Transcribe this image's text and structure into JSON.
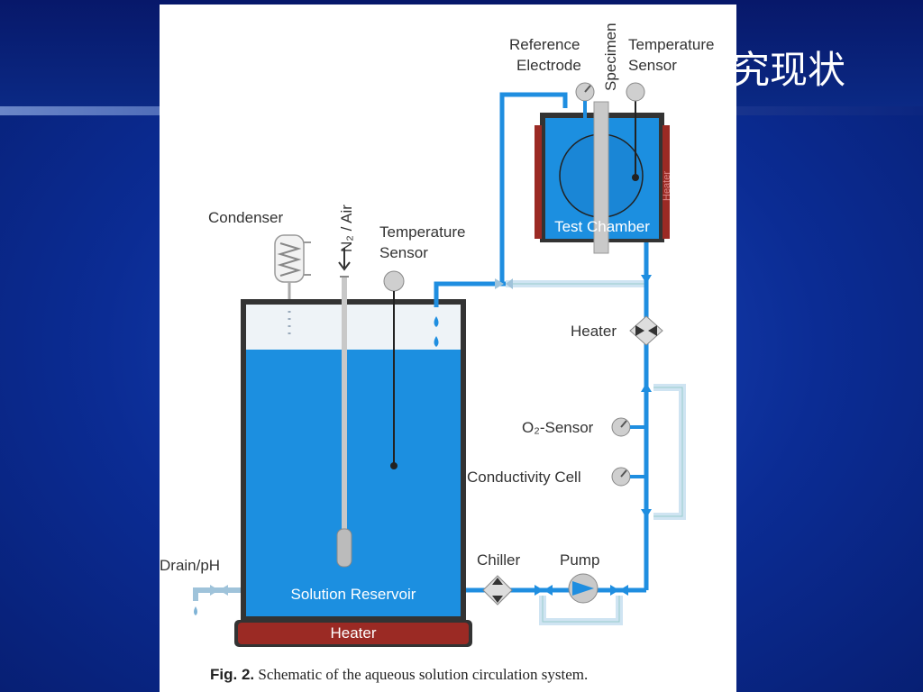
{
  "slide": {
    "title_fragment": "究现状"
  },
  "diagram": {
    "labels": {
      "reference_electrode_line1": "Reference",
      "reference_electrode_line2": "Electrode",
      "specimen": "Specimen",
      "temp_sensor_top_line1": "Temperature",
      "temp_sensor_top_line2": "Sensor",
      "test_chamber": "Test Chamber",
      "chamber_heater": "Heater",
      "condenser": "Condenser",
      "n2_air": "N₂ / Air",
      "temp_sensor_mid_line1": "Temperature",
      "temp_sensor_mid_line2": "Sensor",
      "heater_right": "Heater",
      "o2_sensor": "O₂-Sensor",
      "conductivity_cell": "Conductivity Cell",
      "drain_ph": "Drain/pH",
      "chiller": "Chiller",
      "pump": "Pump",
      "solution_reservoir": "Solution Reservoir",
      "heater_bottom": "Heater"
    },
    "colors": {
      "water": "#1c8fe0",
      "pipe": "#1f8ee0",
      "pipe_light": "#cfe4f2",
      "heater": "#9b2a24",
      "frame": "#333333"
    }
  },
  "caption": {
    "prefix": "Fig. 2.",
    "text": "Schematic of the aqueous solution circulation system."
  }
}
